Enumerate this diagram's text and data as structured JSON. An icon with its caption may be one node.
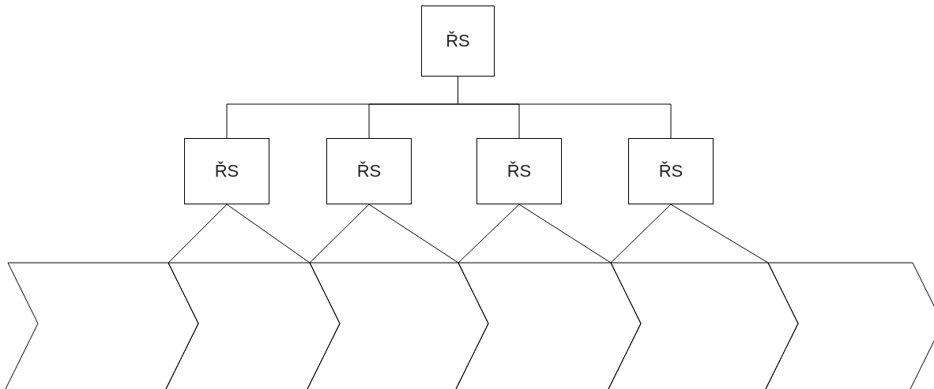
{
  "diagram": {
    "nodes": [
      {
        "text": [
          "ŘS"
        ]
      },
      {
        "text": [
          "ŘS"
        ]
      },
      {
        "text": [
          "ŘS"
        ]
      },
      {
        "text": [
          "ŘS"
        ]
      },
      {
        "text": [
          "ŘS"
        ]
      },
      {
        "text": [],
        "shape": "chevron"
      },
      {
        "text": [],
        "shape": "chevron"
      },
      {
        "text": [],
        "shape": "chevron"
      },
      {
        "text": [],
        "shape": "chevron"
      },
      {
        "text": [],
        "shape": "chevron"
      },
      {
        "text": [],
        "shape": "chevron"
      }
    ],
    "edges": [
      {
        "from": 0,
        "to": 1,
        "arrow": "none"
      },
      {
        "from": 0,
        "to": 2,
        "arrow": "none"
      },
      {
        "from": 0,
        "to": 3,
        "arrow": "none"
      },
      {
        "from": 0,
        "to": 4,
        "arrow": "none"
      },
      {
        "from": 1,
        "to": 6,
        "arrow": "none"
      },
      {
        "from": 1,
        "to": 7,
        "arrow": "none"
      },
      {
        "from": 2,
        "to": 7,
        "arrow": "none"
      },
      {
        "from": 2,
        "to": 8,
        "arrow": "none"
      },
      {
        "from": 3,
        "to": 8,
        "arrow": "none"
      },
      {
        "from": 3,
        "to": 9,
        "arrow": "none"
      },
      {
        "from": 4,
        "to": 9,
        "arrow": "none"
      },
      {
        "from": 4,
        "to": 10,
        "arrow": "none"
      }
    ]
  }
}
